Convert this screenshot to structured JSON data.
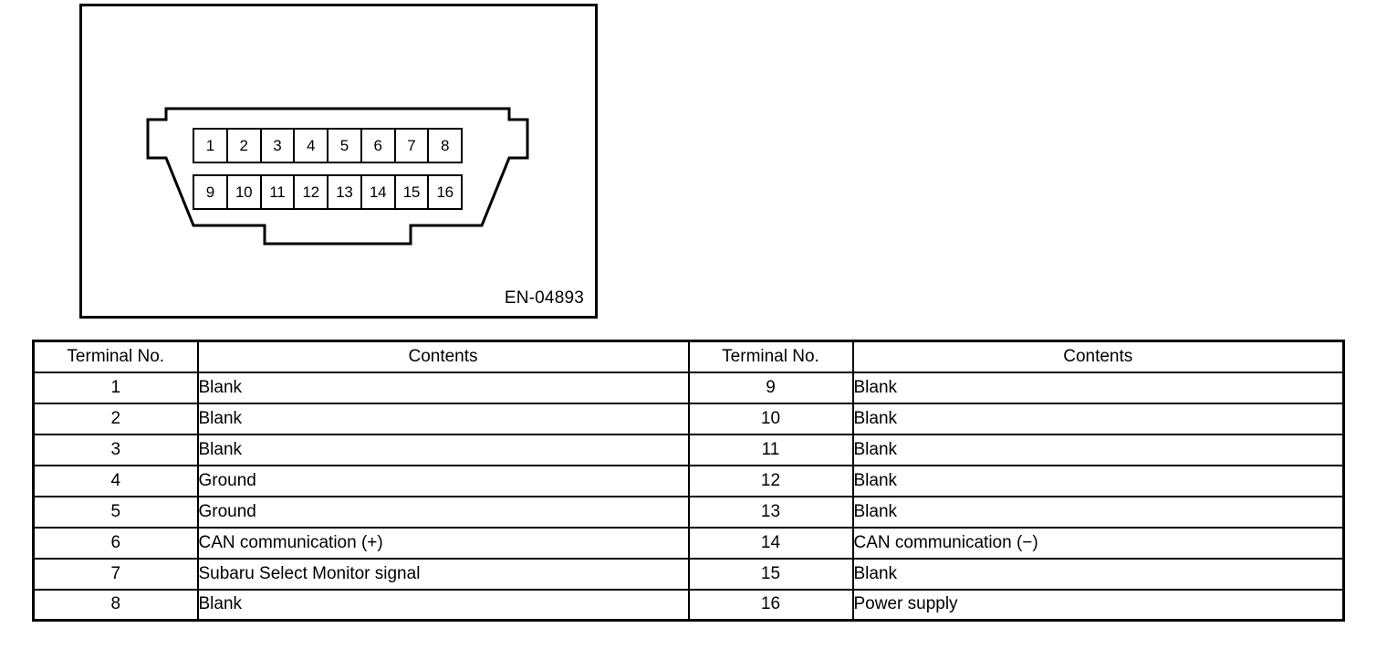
{
  "figure": {
    "label": "EN-04893",
    "connector": {
      "name": "data-link-connector",
      "top_row_pins": [
        "1",
        "2",
        "3",
        "4",
        "5",
        "6",
        "7",
        "8"
      ],
      "bottom_row_pins": [
        "9",
        "10",
        "11",
        "12",
        "13",
        "14",
        "15",
        "16"
      ]
    }
  },
  "table": {
    "headers": {
      "terminal_no": "Terminal No.",
      "contents": "Contents"
    },
    "left_rows": [
      {
        "no": "1",
        "contents": "Blank"
      },
      {
        "no": "2",
        "contents": "Blank"
      },
      {
        "no": "3",
        "contents": "Blank"
      },
      {
        "no": "4",
        "contents": "Ground"
      },
      {
        "no": "5",
        "contents": "Ground"
      },
      {
        "no": "6",
        "contents": "CAN communication (+)"
      },
      {
        "no": "7",
        "contents": "Subaru Select Monitor signal"
      },
      {
        "no": "8",
        "contents": "Blank"
      }
    ],
    "right_rows": [
      {
        "no": "9",
        "contents": "Blank"
      },
      {
        "no": "10",
        "contents": "Blank"
      },
      {
        "no": "11",
        "contents": "Blank"
      },
      {
        "no": "12",
        "contents": "Blank"
      },
      {
        "no": "13",
        "contents": "Blank"
      },
      {
        "no": "14",
        "contents": "CAN communication (−)"
      },
      {
        "no": "15",
        "contents": "Blank"
      },
      {
        "no": "16",
        "contents": "Power supply"
      }
    ]
  },
  "colors": {
    "ink": "#000000",
    "paper": "#ffffff"
  }
}
